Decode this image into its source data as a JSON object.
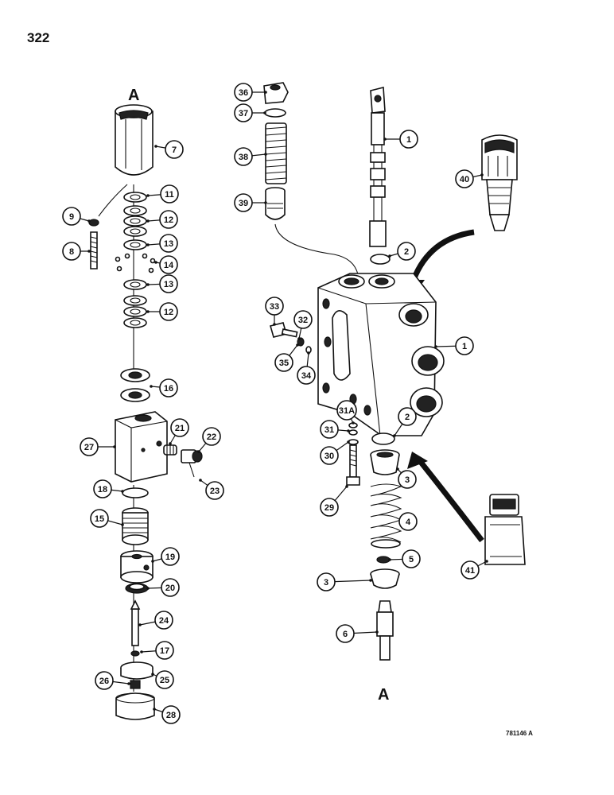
{
  "page": {
    "number": "322",
    "ref_code": "781146 A"
  },
  "markers": [
    {
      "id": "top",
      "letter": "A"
    },
    {
      "id": "bottom",
      "letter": "A"
    }
  ],
  "callouts": [
    {
      "label": "7"
    },
    {
      "label": "9"
    },
    {
      "label": "8"
    },
    {
      "label": "11"
    },
    {
      "label": "12"
    },
    {
      "label": "13"
    },
    {
      "label": "14"
    },
    {
      "label": "13"
    },
    {
      "label": "12"
    },
    {
      "label": "16"
    },
    {
      "label": "27"
    },
    {
      "label": "21"
    },
    {
      "label": "22"
    },
    {
      "label": "23"
    },
    {
      "label": "18"
    },
    {
      "label": "15"
    },
    {
      "label": "19"
    },
    {
      "label": "20"
    },
    {
      "label": "24"
    },
    {
      "label": "17"
    },
    {
      "label": "25"
    },
    {
      "label": "26"
    },
    {
      "label": "28"
    },
    {
      "label": "36"
    },
    {
      "label": "37"
    },
    {
      "label": "38"
    },
    {
      "label": "39"
    },
    {
      "label": "1"
    },
    {
      "label": "40"
    },
    {
      "label": "2"
    },
    {
      "label": "33"
    },
    {
      "label": "32"
    },
    {
      "label": "35"
    },
    {
      "label": "34"
    },
    {
      "label": "1"
    },
    {
      "label": "31A"
    },
    {
      "label": "2"
    },
    {
      "label": "31"
    },
    {
      "label": "30"
    },
    {
      "label": "3"
    },
    {
      "label": "29"
    },
    {
      "label": "4"
    },
    {
      "label": "5"
    },
    {
      "label": "3"
    },
    {
      "label": "41"
    },
    {
      "label": "6"
    }
  ]
}
